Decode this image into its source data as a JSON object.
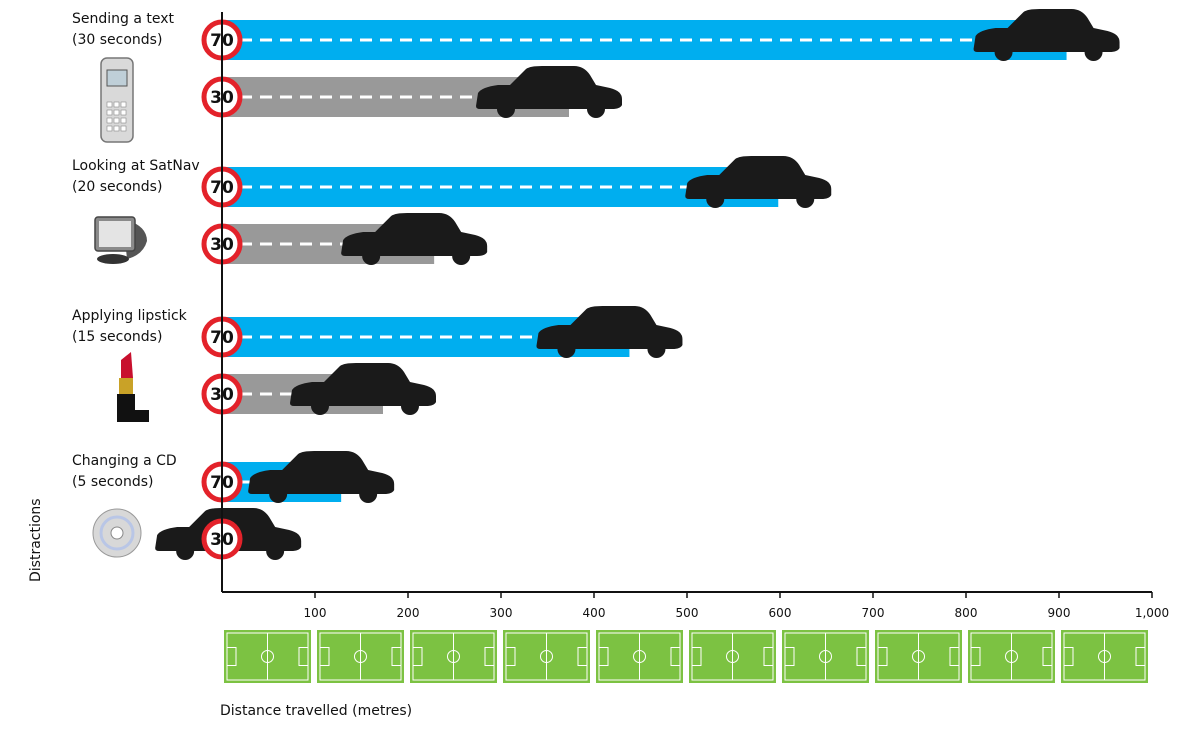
{
  "chart_data": {
    "type": "bar",
    "ylabel": "Distractions",
    "xlabel": "Distance travelled (metres)",
    "xlim": [
      0,
      1000
    ],
    "x_ticks": [
      "100",
      "200",
      "300",
      "400",
      "500",
      "600",
      "700",
      "800",
      "900",
      "1,000"
    ],
    "groups": [
      {
        "label_line1": "Sending a text",
        "label_line2": "(30 seconds)",
        "icon": "mobile-phone-icon",
        "bars": [
          {
            "speed": "70",
            "distance": 935
          },
          {
            "speed": "30",
            "distance": 400
          }
        ]
      },
      {
        "label_line1": "Looking at SatNav",
        "label_line2": "(20 seconds)",
        "icon": "satnav-icon",
        "bars": [
          {
            "speed": "70",
            "distance": 625
          },
          {
            "speed": "30",
            "distance": 255
          }
        ]
      },
      {
        "label_line1": "Applying lipstick",
        "label_line2": "(15 seconds)",
        "icon": "lipstick-icon",
        "bars": [
          {
            "speed": "70",
            "distance": 465
          },
          {
            "speed": "30",
            "distance": 200
          }
        ]
      },
      {
        "label_line1": "Changing a CD",
        "label_line2": "(5 seconds)",
        "icon": "cd-icon",
        "bars": [
          {
            "speed": "70",
            "distance": 155
          },
          {
            "speed": "30",
            "distance": 55
          }
        ]
      }
    ],
    "series": [
      {
        "speed": "70",
        "color": "#00aeef"
      },
      {
        "speed": "30",
        "color": "#999999"
      }
    ],
    "pitch_count": 10,
    "colors": {
      "pitch": "#7cc242",
      "sign_ring": "#e3222a",
      "car": "#1a1a1a",
      "axis": "#111111"
    }
  }
}
